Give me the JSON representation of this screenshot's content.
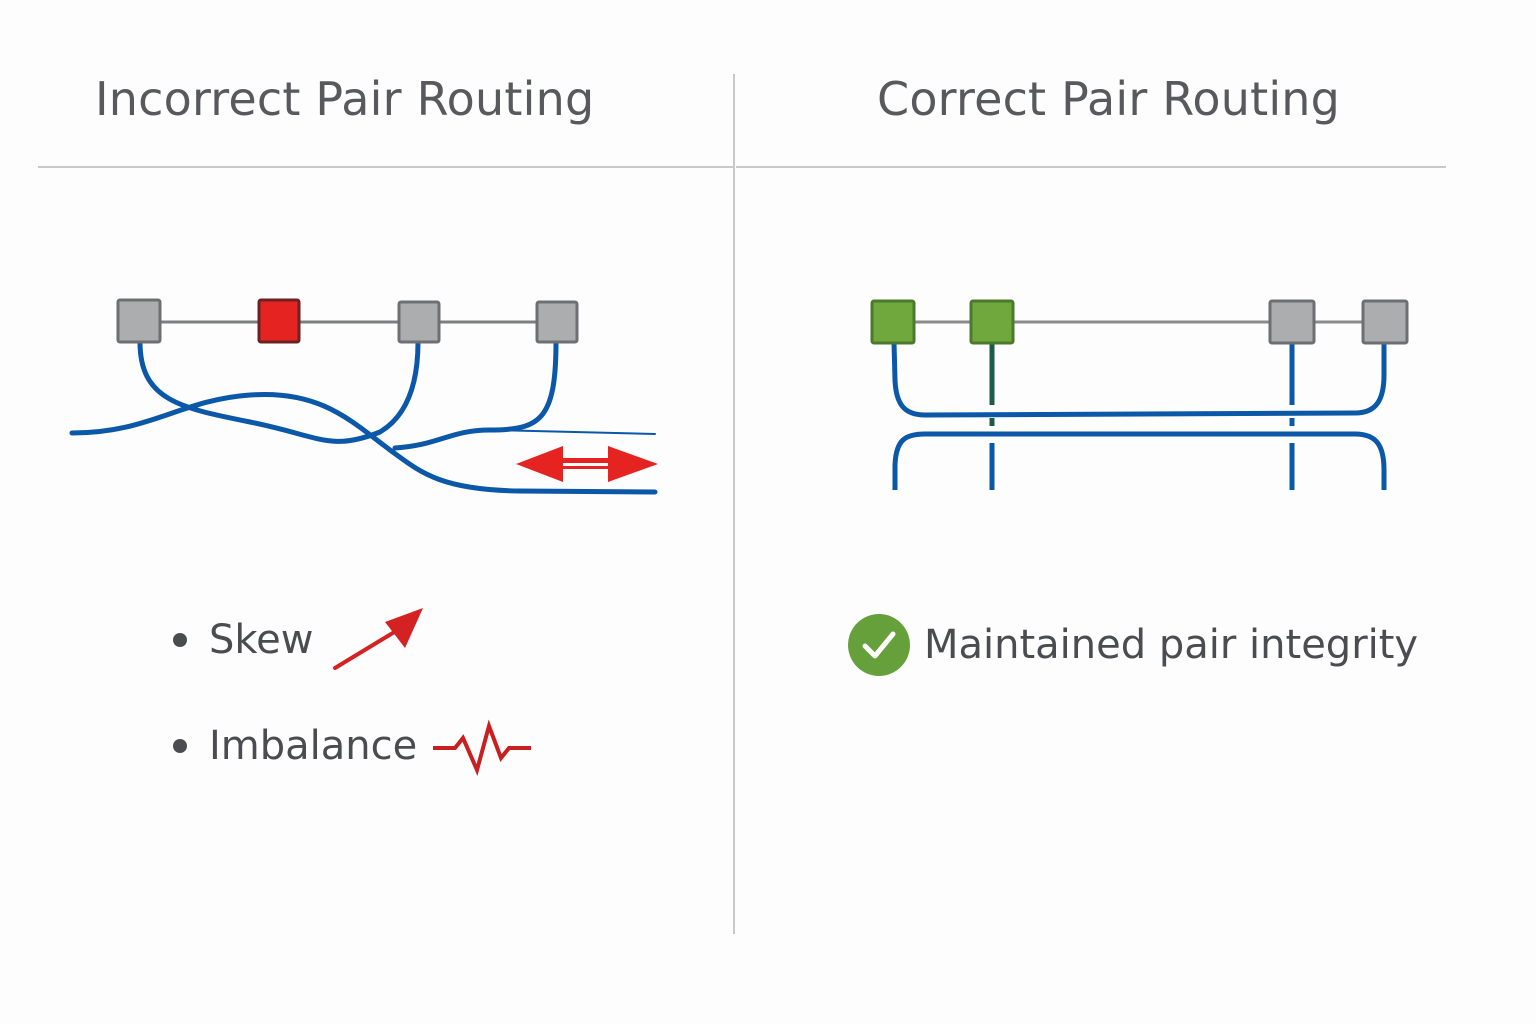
{
  "panels": {
    "left": {
      "title": "Incorrect Pair Routing",
      "pads": [
        {
          "state": "neutral"
        },
        {
          "state": "error"
        },
        {
          "state": "neutral"
        },
        {
          "state": "neutral"
        }
      ],
      "bullets": [
        {
          "label": "Skew",
          "icon": "arrow-up-right-icon"
        },
        {
          "label": "Imbalance",
          "icon": "zigzag-signal-icon"
        }
      ],
      "annotation_icon": "double-headed-arrow-icon"
    },
    "right": {
      "title": "Correct Pair Routing",
      "pads": [
        {
          "state": "ok"
        },
        {
          "state": "ok"
        },
        {
          "state": "neutral"
        },
        {
          "state": "neutral"
        }
      ],
      "status": {
        "label": "Maintained pair integrity",
        "icon": "check-circle-icon"
      }
    }
  },
  "colors": {
    "trace": "#0b57a8",
    "pad_neutral": "#acadaf",
    "pad_neutral_border": "#6e6f72",
    "pad_error": "#e52421",
    "pad_error_border": "#6a2224",
    "pad_ok": "#70a83e",
    "pad_ok_border": "#4c7a2d",
    "accent_red": "#d42222",
    "check_green": "#66a03a",
    "divider": "#c9c9c9"
  }
}
